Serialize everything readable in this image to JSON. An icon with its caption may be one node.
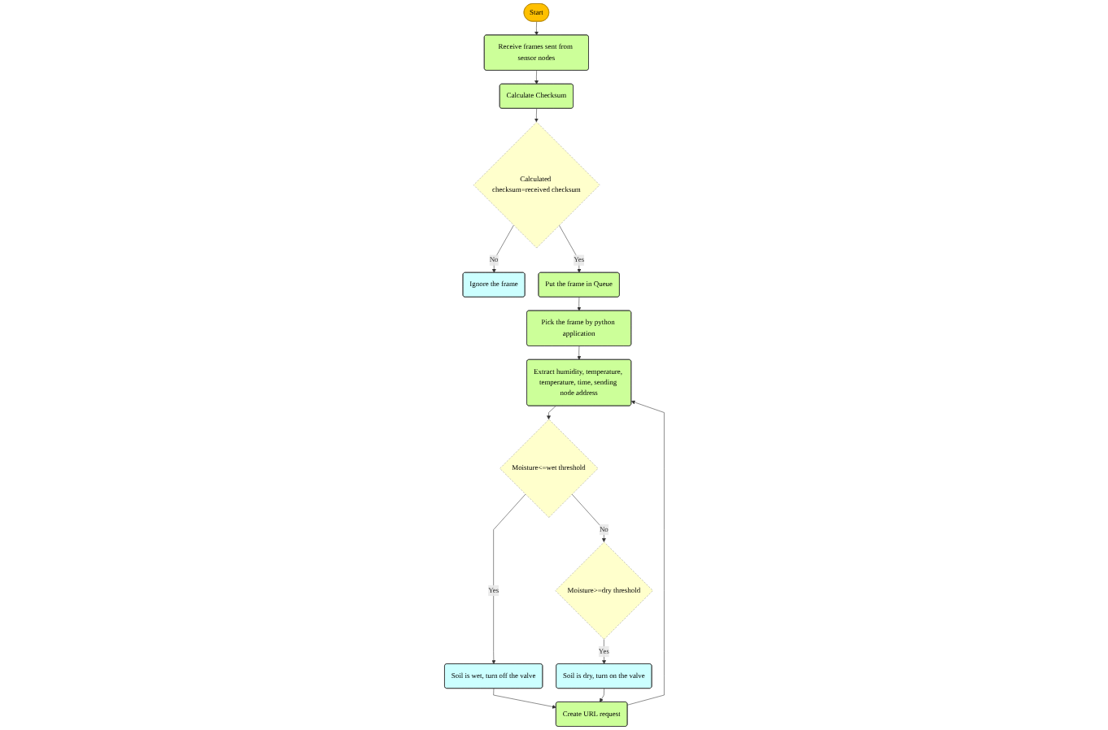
{
  "diagram": {
    "nodes": [
      {
        "text": [
          "Start"
        ]
      },
      {
        "text": [
          "Receive frames sent from sensor nodes"
        ]
      },
      {
        "text": [
          "Calculate Checksum"
        ]
      },
      {
        "text": [
          "Calculated checksum=received checksum"
        ]
      },
      {
        "text": [
          "Ignore the frame"
        ]
      },
      {
        "text": [
          "Put the frame in Queue"
        ]
      },
      {
        "text": [
          "Pick the frame by python application"
        ]
      },
      {
        "text": [
          "Extract humidity, temperature, temperature, time, sending node address"
        ]
      },
      {
        "text": [
          "Moisture<=wet threshold"
        ]
      },
      {
        "text": [
          "Moisture>=dry threshold"
        ]
      },
      {
        "text": [
          "Soil is wet, turn off the valve"
        ]
      },
      {
        "text": [
          "Soil is dry, turn on the valve"
        ]
      },
      {
        "text": [
          "Create URL request"
        ]
      }
    ],
    "edges": [
      {
        "from": 0,
        "to": 1,
        "arrow": "to"
      },
      {
        "from": 1,
        "to": 2,
        "arrow": "to"
      },
      {
        "from": 2,
        "to": 3,
        "arrow": "to"
      },
      {
        "from": 3,
        "to": 4,
        "arrow": "to",
        "label": "No"
      },
      {
        "from": 3,
        "to": 5,
        "arrow": "to",
        "label": "Yes"
      },
      {
        "from": 5,
        "to": 6,
        "arrow": "to"
      },
      {
        "from": 6,
        "to": 7,
        "arrow": "to"
      },
      {
        "from": 7,
        "to": 8,
        "arrow": "to"
      },
      {
        "from": 8,
        "to": 10,
        "arrow": "to",
        "label": "Yes"
      },
      {
        "from": 8,
        "to": 9,
        "arrow": "to",
        "label": "No"
      },
      {
        "from": 9,
        "to": 11,
        "arrow": "to",
        "label": "Yes"
      },
      {
        "from": 10,
        "to": 12,
        "arrow": "to"
      },
      {
        "from": 11,
        "to": 12,
        "arrow": "to"
      },
      {
        "from": 12,
        "to": 7,
        "arrow": "to"
      }
    ]
  }
}
